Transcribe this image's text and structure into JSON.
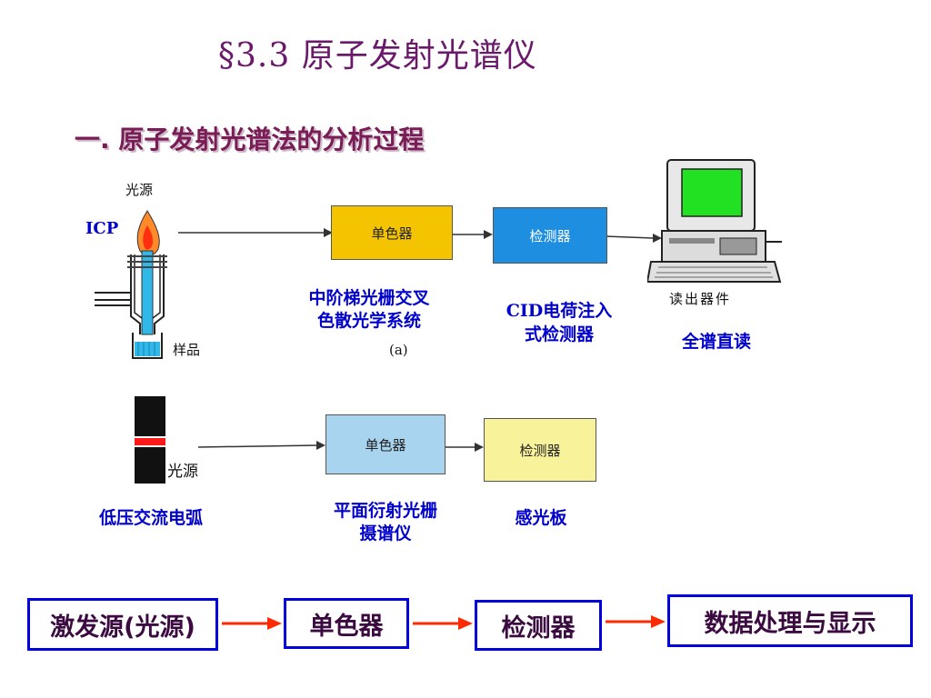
{
  "title": "§3.3  原子发射光谱仪",
  "heading": "一. 原子发射光谱法的分析过程",
  "diagram_a": {
    "label_source": "光源",
    "label_icp": "ICP",
    "label_sample": "样品",
    "box_mono": "单色器",
    "box_detector": "检测器",
    "label_readout": "读出器件",
    "caption": "(a)",
    "desc_mono": "中阶梯光栅交叉色散光学系统",
    "desc_mono_line1": "中阶梯光栅交叉",
    "desc_mono_line2": "色散光学系统",
    "desc_detector_line1": "CID电荷注入",
    "desc_detector_line2": "式检测器",
    "desc_readout": "全谱直读"
  },
  "diagram_b": {
    "label_source": "光源",
    "box_mono": "单色器",
    "box_detector": "检测器",
    "desc_source": "低压交流电弧",
    "desc_mono_line1": "平面衍射光栅",
    "desc_mono_line2": "摄谱仪",
    "desc_detector": "感光板"
  },
  "flow": {
    "step1": "激发源(光源)",
    "step2": "单色器",
    "step3": "检测器",
    "step4": "数据处理与显示"
  },
  "colors": {
    "title": "#6b1a6b",
    "heading": "#7a1c55",
    "label_blue": "#0000cc",
    "mono_a": "#f5c400",
    "detector_a": "#1e8fe0",
    "mono_b": "#a8d4f0",
    "detector_b": "#f8f29a",
    "arrow": "#ff2a00",
    "screen": "#22e022"
  }
}
